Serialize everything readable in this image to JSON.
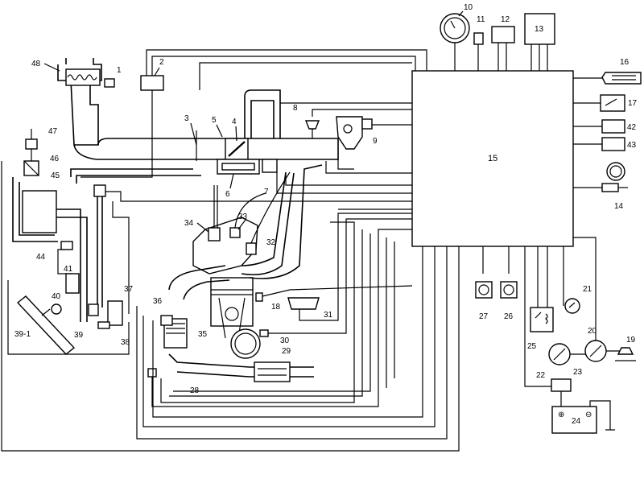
{
  "diagram": {
    "ecu_label": "15",
    "labels": {
      "l1": "1",
      "l2": "2",
      "l3": "3",
      "l4": "4",
      "l5": "5",
      "l6": "6",
      "l7": "7",
      "l8": "8",
      "l9": "9",
      "l10": "10",
      "l11": "11",
      "l12": "12",
      "l13": "13",
      "l14": "14",
      "l16": "16",
      "l17": "17",
      "l18": "18",
      "l19": "19",
      "l20": "20",
      "l21": "21",
      "l22": "22",
      "l23": "23",
      "l24": "24",
      "l25": "25",
      "l26": "26",
      "l27": "27",
      "l28": "28",
      "l29": "29",
      "l30": "30",
      "l31": "31",
      "l32": "32",
      "l33": "33",
      "l34": "34",
      "l35": "35",
      "l36": "36",
      "l37": "37",
      "l38": "38",
      "l39": "39",
      "l39_1": "39-1",
      "l40": "40",
      "l41": "41",
      "l42": "42",
      "l43": "43",
      "l44": "44",
      "l45": "45",
      "l46": "46",
      "l47": "47",
      "l48": "48"
    },
    "battery_plus": "⊕",
    "battery_minus": "⊖"
  }
}
